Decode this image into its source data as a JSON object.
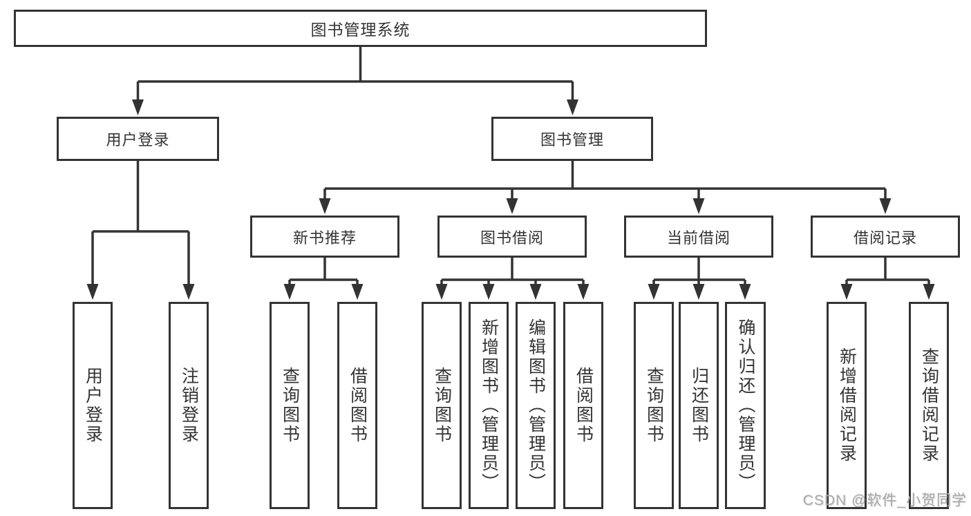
{
  "diagram": {
    "root": {
      "label": "图书管理系统",
      "children": [
        {
          "label": "用户登录",
          "children": [
            {
              "label": "用户登录"
            },
            {
              "label": "注销登录"
            }
          ]
        },
        {
          "label": "图书管理",
          "children": [
            {
              "label": "新书推荐",
              "children": [
                {
                  "label": "查询图书"
                },
                {
                  "label": "借阅图书"
                }
              ]
            },
            {
              "label": "图书借阅",
              "children": [
                {
                  "label": "查询图书"
                },
                {
                  "label": "新增图书（管理员）"
                },
                {
                  "label": "编辑图书（管理员）"
                },
                {
                  "label": "借阅图书"
                }
              ]
            },
            {
              "label": "当前借阅",
              "children": [
                {
                  "label": "查询图书"
                },
                {
                  "label": "归还图书"
                },
                {
                  "label": "确认归还（管理员）"
                }
              ]
            },
            {
              "label": "借阅记录",
              "children": [
                {
                  "label": "新增借阅记录"
                },
                {
                  "label": "查询借阅记录"
                }
              ]
            }
          ]
        }
      ]
    }
  },
  "watermark": {
    "text": "CSDN @软件_小贺同学"
  },
  "colors": {
    "line": "#333333",
    "box_background": "#ffffff",
    "text": "#333333",
    "watermark": "#aaaaaa"
  }
}
